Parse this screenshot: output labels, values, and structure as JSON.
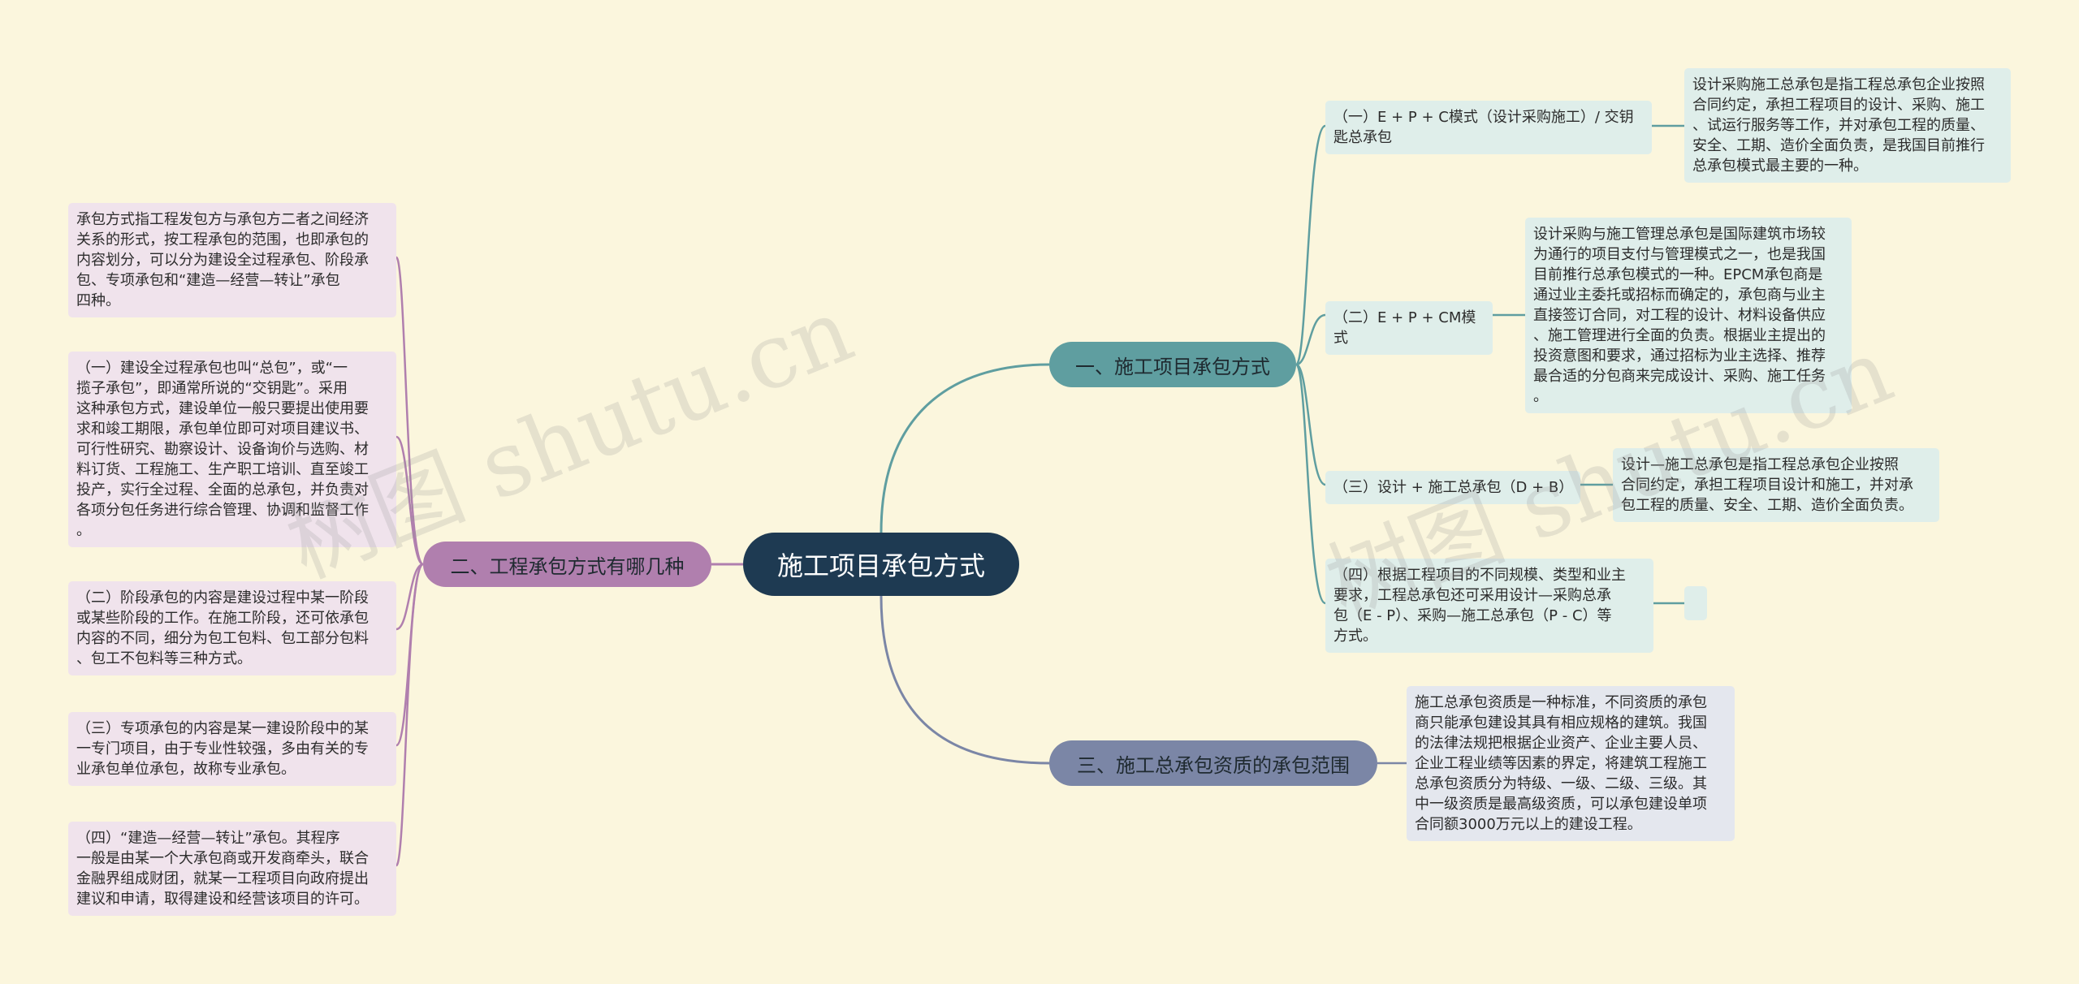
{
  "root": "施工项目承包方式",
  "branch1": {
    "label": "一、施工项目承包方式",
    "items": [
      {
        "label": "（一）E + P + C模式（设计采购施工）/ 交钥\n匙总承包",
        "detail": "设计采购施工总承包是指工程总承包企业按照\n合同约定，承担工程项目的设计、采购、施工\n、试运行服务等工作，并对承包工程的质量、\n安全、工期、造价全面负责，是我国目前推行\n总承包模式最主要的一种。"
      },
      {
        "label": "（二）E + P + CM模式",
        "detail": "设计采购与施工管理总承包是国际建筑市场较\n为通行的项目支付与管理模式之一，也是我国\n目前推行总承包模式的一种。EPCM承包商是\n通过业主委托或招标而确定的，承包商与业主\n直接签订合同，对工程的设计、材料设备供应\n、施工管理进行全面的负责。根据业主提出的\n投资意图和要求，通过招标为业主选择、推荐\n最合适的分包商来完成设计、采购、施工任务\n。"
      },
      {
        "label": "（三）设计 + 施工总承包（D + B）",
        "detail": "设计—施工总承包是指工程总承包企业按照\n合同约定，承担工程项目设计和施工，并对承\n包工程的质量、安全、工期、造价全面负责。"
      },
      {
        "label": "（四）根据工程项目的不同规模、类型和业主\n要求，工程总承包还可采用设计—采购总承\n包（E - P）、采购—施工总承包（P - C）等\n方式。",
        "detail": ""
      }
    ]
  },
  "branch2": {
    "label": "二、工程承包方式有哪几种",
    "items": [
      "承包方式指工程发包方与承包方二者之间经济\n关系的形式，按工程承包的范围，也即承包的\n内容划分，可以分为建设全过程承包、阶段承\n包、专项承包和“建造—经营—转让”承包\n四种。",
      "（一）建设全过程承包也叫“总包”，或“一\n揽子承包”，即通常所说的“交钥匙”。采用\n这种承包方式，建设单位一般只要提出使用要\n求和竣工期限，承包单位即可对项目建议书、\n可行性研究、勘察设计、设备询价与选购、材\n料订货、工程施工、生产职工培训、直至竣工\n投产，实行全过程、全面的总承包，并负责对\n各项分包任务进行综合管理、协调和监督工作\n。",
      "（二）阶段承包的内容是建设过程中某一阶段\n或某些阶段的工作。在施工阶段，还可依承包\n内容的不同，细分为包工包料、包工部分包料\n、包工不包料等三种方式。",
      "（三）专项承包的内容是某一建设阶段中的某\n一专门项目，由于专业性较强，多由有关的专\n业承包单位承包，故称专业承包。",
      "（四）“建造—经营—转让”承包。其程序\n一般是由某一个大承包商或开发商牵头，联合\n金融界组成财团，就某一工程项目向政府提出\n建议和申请，取得建设和经营该项目的许可。"
    ]
  },
  "branch3": {
    "label": "三、施工总承包资质的承包范围",
    "detail": "施工总承包资质是一种标准，不同资质的承包\n商只能承包建设其具有相应规格的建筑。我国\n的法律法规把根据企业资产、企业主要人员、\n企业工程业绩等因素的界定，将建筑工程施工\n总承包资质分为特级、一级、二级、三级。其\n中一级资质是最高级资质，可以承包建设单项\n合同额3000万元以上的建设工程。"
  },
  "watermark": [
    "树图 shutu.cn",
    "树图 shutu.cn"
  ],
  "colors": {
    "background": "#fbf6dd",
    "root": "#1e3a52",
    "branch1": "#5f9ea0",
    "branch2": "#b07fae",
    "branch3": "#7b86a6",
    "teal_box": "#dfeeea",
    "pink_box": "#f0e3ec",
    "blue_box": "#e4e7ee"
  }
}
